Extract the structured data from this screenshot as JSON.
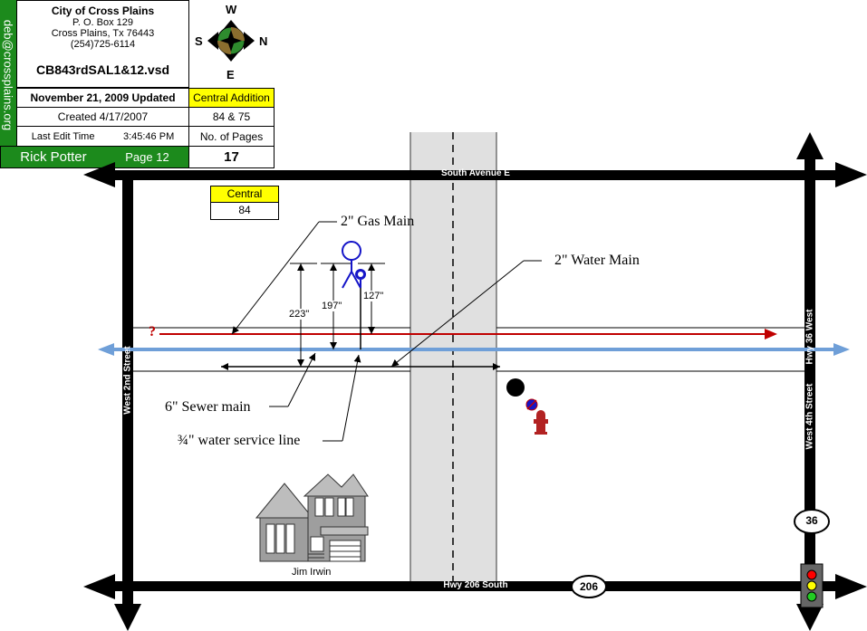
{
  "title_block": {
    "org_name": "City of Cross Plains",
    "po_box": "P. O. Box 129",
    "city_state": "Cross Plains, Tx  76443",
    "phone": "(254)725-6114",
    "file_name": "CB843rdSAL1&12.vsd",
    "updated": "November 21, 2009 Updated",
    "addition": "Central Addition",
    "created": "Created 4/17/2007",
    "lots": "84 & 75",
    "last_edit_label": "Last Edit Time",
    "last_edit_time": "3:45:46 PM",
    "pages_label": "No. of Pages",
    "author": "Rick Potter",
    "page": "Page  12",
    "page_count": "17",
    "email": "deb@crossplains.org"
  },
  "compass": {
    "top": "W",
    "left": "S",
    "right": "N",
    "bottom": "E"
  },
  "lot_box": {
    "title": "Central",
    "lots": "84"
  },
  "streets": {
    "top": "South Avenue E",
    "bottom": "Hwy 206 South",
    "left": "West 2nd Street",
    "right_upper": "Hwy 36 West",
    "right_lower": "West 4th Street",
    "shield_36": "36",
    "shield_206": "206"
  },
  "labels": {
    "gas_main": "2\" Gas Main",
    "water_main": "2\" Water Main",
    "sewer_main": "6\" Sewer main",
    "service_line": "¾\" water service line",
    "house_owner": "Jim Irwin",
    "question": "?"
  },
  "dimensions": {
    "d1": "223\"",
    "d2": "197\"",
    "d3": "127\""
  },
  "colors": {
    "green": "#1c8a1c",
    "yellow": "#ffff00",
    "gas_red": "#c00000",
    "water_blue": "#6f9fd8",
    "meter_blue": "#1515c8"
  }
}
